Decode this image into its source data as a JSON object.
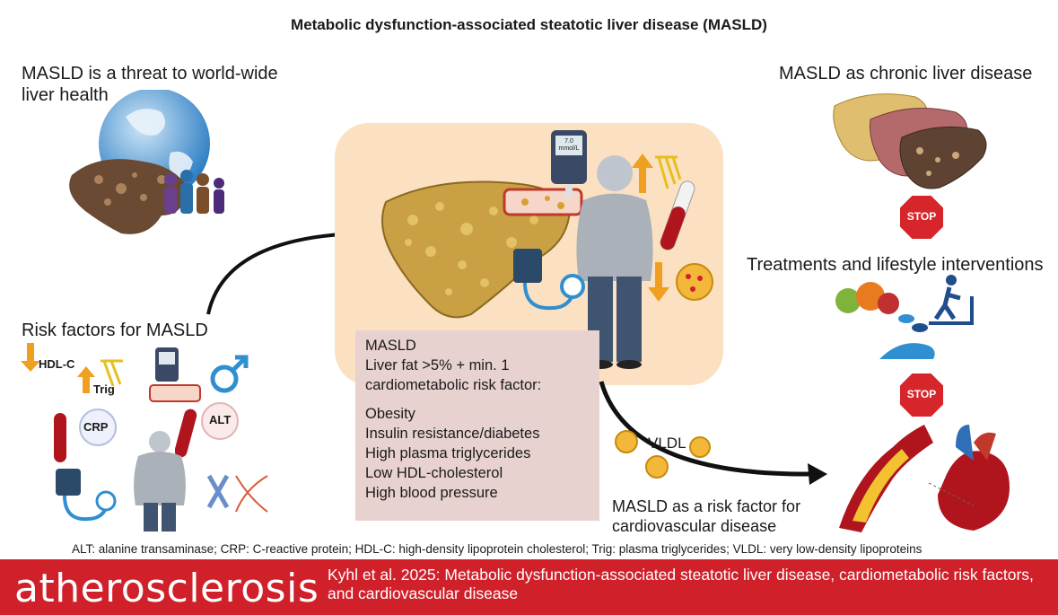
{
  "title": "Metabolic dysfunction-associated steatotic liver disease (MASLD)",
  "left_top": {
    "heading_line1": "MASLD is a threat to world-wide",
    "heading_line2": "liver health"
  },
  "right_top": {
    "heading": "MASLD as chronic liver disease"
  },
  "stop_label": "STOP",
  "treatments": {
    "heading": "Treatments and lifestyle interventions"
  },
  "risk_factors": {
    "heading": "Risk factors for MASLD",
    "hdl": "HDL-C",
    "trig": "Trig",
    "crp": "CRP",
    "alt": "ALT"
  },
  "glucometer": {
    "value": "7.0",
    "unit": "mmol/L"
  },
  "masld_box": {
    "line1": "MASLD",
    "line2": "Liver fat >5% + min. 1",
    "line3": "cardiometabolic risk factor:",
    "factors": [
      "Obesity",
      "Insulin resistance/diabetes",
      "High plasma triglycerides",
      "Low HDL-cholesterol",
      "High blood pressure"
    ]
  },
  "vldl": "VLDL",
  "cv_risk": {
    "line1": "MASLD as a risk factor for",
    "line2": "cardiovascular disease"
  },
  "abbreviations": "ALT: alanine transaminase; CRP: C-reactive protein; HDL-C: high-density lipoprotein cholesterol; Trig: plasma triglycerides; VLDL: very low-density lipoproteins",
  "footer": {
    "journal": "atherosclerosis",
    "citation": "Kyhl et al. 2025: Metabolic dysfunction-associated steatotic liver disease, cardiometabolic risk factors, and cardiovascular disease"
  },
  "colors": {
    "footer": "#d0202a",
    "panel": "#fbe1c2",
    "masld_box": "#e8d2cf",
    "arrow_up_down": "#f0a020",
    "stop": "#d7262b"
  }
}
